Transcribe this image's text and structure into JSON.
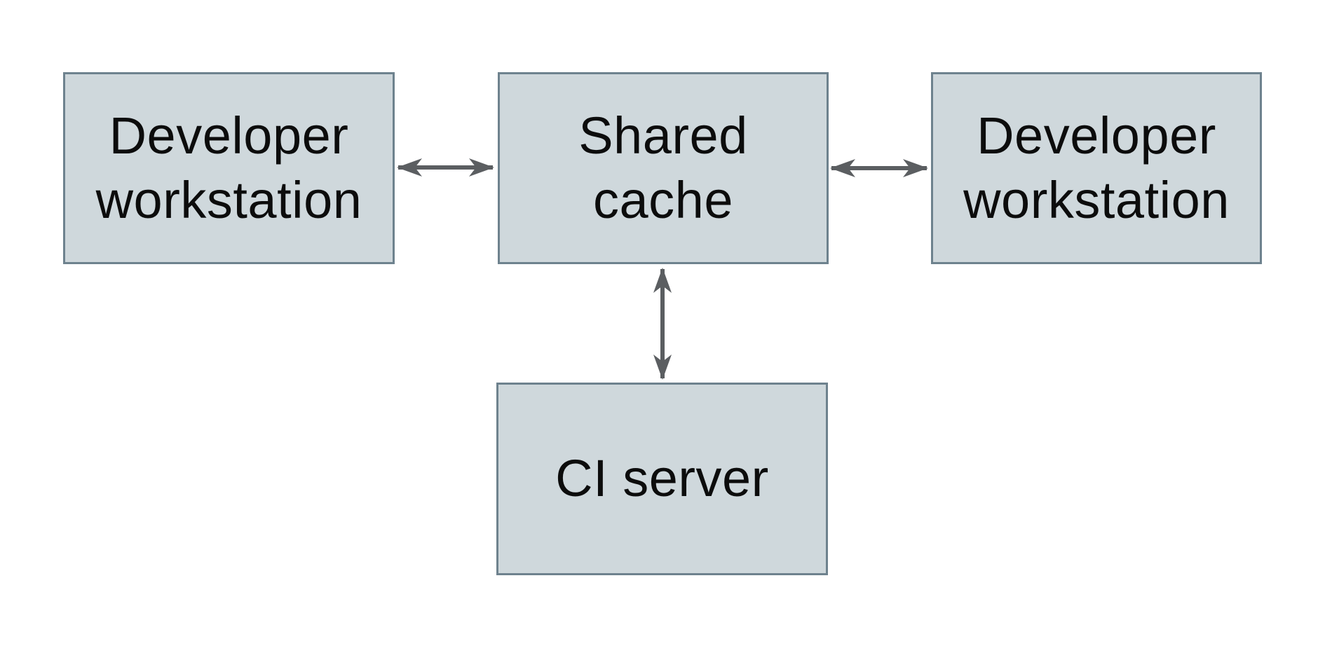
{
  "diagram": {
    "colors": {
      "background": "#ffffff",
      "node_fill": "#cfd8dc",
      "node_border": "#6e828e",
      "arrow_color": "#5b5e61",
      "text_color": "#0c0c0c"
    },
    "nodes": {
      "dev_left": {
        "label": "Developer workstation",
        "line1": "Developer",
        "line2": "workstation"
      },
      "shared_cache": {
        "label": "Shared cache",
        "line1": "Shared",
        "line2": "cache"
      },
      "dev_right": {
        "label": "Developer workstation",
        "line1": "Developer",
        "line2": "workstation"
      },
      "ci_server": {
        "label": "CI server",
        "line1": "CI server"
      }
    },
    "edges": [
      {
        "from": "dev_left",
        "to": "shared_cache",
        "type": "bidirectional-arrow"
      },
      {
        "from": "shared_cache",
        "to": "dev_right",
        "type": "bidirectional-arrow"
      },
      {
        "from": "shared_cache",
        "to": "ci_server",
        "type": "bidirectional-arrow"
      }
    ]
  }
}
